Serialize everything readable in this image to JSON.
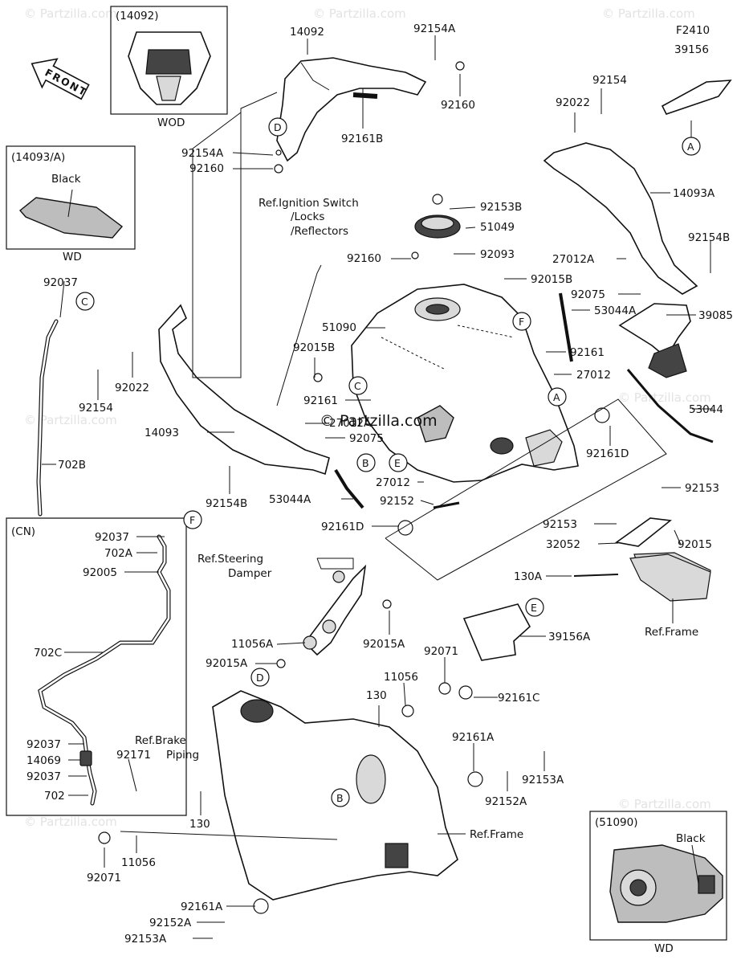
{
  "watermark": "© Partzilla.com",
  "center_watermark": "© Partzilla.com",
  "front_arrow_label": "FRONT",
  "diagram_code": "F2410",
  "insets": {
    "wod": {
      "title": "(14092)",
      "footer": "WOD"
    },
    "wd_14093a": {
      "title": "(14093/A)",
      "color": "Black",
      "footer": "WD"
    },
    "cn": {
      "title": "(CN)"
    },
    "wd_51090": {
      "title": "(51090)",
      "color": "Black",
      "footer": "WD"
    }
  },
  "parts": {
    "p14092": "14092",
    "p92154A_top": "92154A",
    "p92160_top": "92160",
    "p92161B": "92161B",
    "p92154A_left": "92154A",
    "p92160_left": "92160",
    "p39156": "39156",
    "p92154_right": "92154",
    "p92022_right": "92022",
    "p14093A": "14093A",
    "p92153B": "92153B",
    "p51049": "51049",
    "p92160_mid": "92160",
    "p92093": "92093",
    "p27012A_right": "27012A",
    "p92154B_right": "92154B",
    "p92015B_right": "92015B",
    "p92075_right": "92075",
    "p53044A_right": "53044A",
    "p39085": "39085",
    "p51090": "51090",
    "p92015B_left": "92015B",
    "p92161_right": "92161",
    "p27012_right": "27012",
    "p92161_left": "92161",
    "p53044": "53044",
    "p92037_top": "92037",
    "p92022_left": "92022",
    "p92154_left": "92154",
    "p14093": "14093",
    "p27012A_left": "27012A",
    "p92075_left": "92075",
    "p702B": "702B",
    "p92154B_left": "92154B",
    "p53044A_left": "53044A",
    "p27012_left": "27012",
    "p92152": "92152",
    "p92161D_right": "92161D",
    "p92153_right": "92153",
    "p92153_mid": "92153",
    "p32052": "32052",
    "p92015": "92015",
    "p130A": "130A",
    "p92161D_left": "92161D",
    "p92037_cn1": "92037",
    "p702A": "702A",
    "p92005": "92005",
    "p702C": "702C",
    "p92037_cn2": "92037",
    "p14069": "14069",
    "p92037_cn3": "92037",
    "p702": "702",
    "p11056A": "11056A",
    "p92015A_right": "92015A",
    "p92015A_left": "92015A",
    "p39156A": "39156A",
    "p92071_right": "92071",
    "p11056_right": "11056",
    "p130_right": "130",
    "p92161C": "92161C",
    "p92161A_right": "92161A",
    "p92153A_right": "92153A",
    "p92152A_right": "92152A",
    "p92171": "92171",
    "p130_left": "130",
    "p11056_left": "11056",
    "p92071_left": "92071",
    "p92161A_bottom": "92161A",
    "p92152A_bottom": "92152A",
    "p92153A_bottom": "92153A"
  },
  "refs": {
    "ignition_1": "Ref.Ignition Switch",
    "ignition_2": "/Locks",
    "ignition_3": "/Reflectors",
    "steering_1": "Ref.Steering",
    "steering_2": "Damper",
    "frame_right": "Ref.Frame",
    "frame_bottom": "Ref.Frame",
    "brake_1": "Ref.Brake",
    "brake_2": "Piping"
  },
  "callouts": {
    "A1": "A",
    "A2": "A",
    "B1": "B",
    "B2": "B",
    "C1": "C",
    "C2": "C",
    "D1": "D",
    "D2": "D",
    "E1": "E",
    "E2": "E",
    "F1": "F",
    "F2": "F"
  }
}
